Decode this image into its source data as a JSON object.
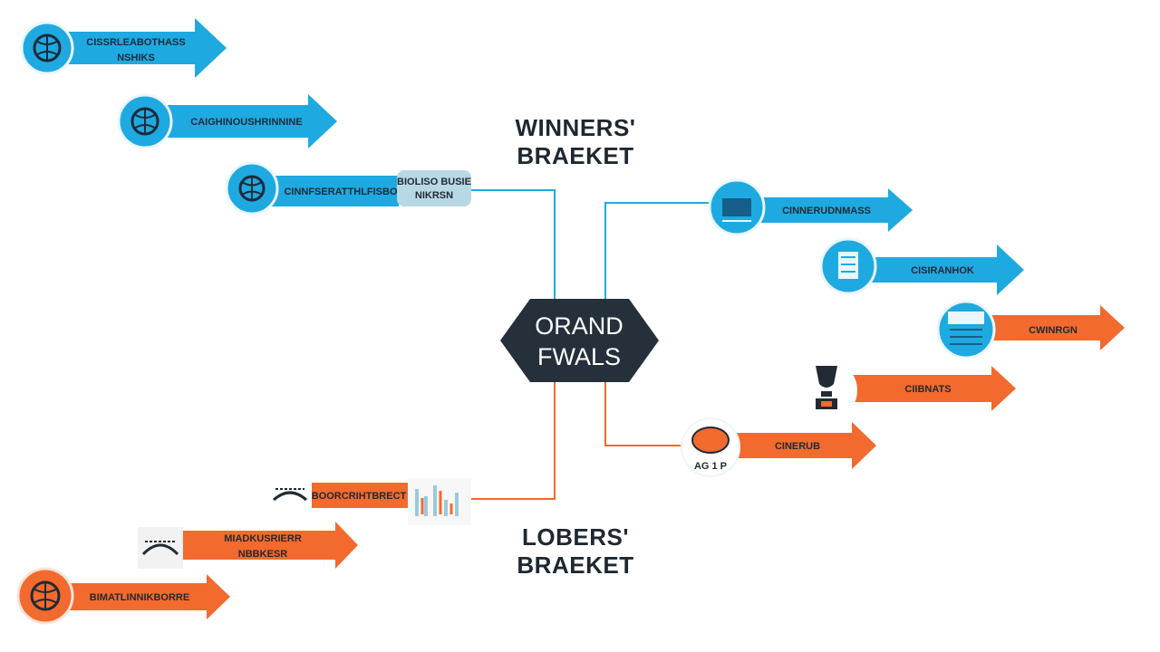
{
  "headings": {
    "winners_line1": "WINNERS'",
    "winners_line2": "BRAEKET",
    "losers_line1": "LOBERS'",
    "losers_line2": "BRAEKET",
    "finals_line1": "ORAND",
    "finals_line2": "FWALS"
  },
  "colors": {
    "winners": "#1fa9e1",
    "losers": "#f26a2e",
    "finals": "#26303a",
    "text": "#1f2730"
  },
  "winners_left": [
    {
      "lines": [
        "CISSRLEABOTHASS",
        "NSHIKS"
      ],
      "icon": "globe-icon"
    },
    {
      "lines": [
        "CAIGHINOUSHRINNINE"
      ],
      "icon": "globe-icon"
    },
    {
      "lines": [
        "CINNFSERATTHLFISBO"
      ],
      "icon": "globe-icon",
      "tag": [
        "BIOLISO BUSIE",
        "NIKRSN"
      ]
    }
  ],
  "winners_right": [
    {
      "lines": [
        "CINNERUDNMASS"
      ],
      "icon": "stadium-icon"
    },
    {
      "lines": [
        "CISIRANHOK"
      ],
      "icon": "building-icon"
    },
    {
      "lines": [
        "CWINRGN"
      ],
      "icon": "arena-icon"
    }
  ],
  "losers_right": [
    {
      "lines": [
        "CIIBNATS"
      ],
      "icon": "trophy-icon"
    },
    {
      "lines": [
        "CINERUB"
      ],
      "icon": "team-icon",
      "badge": "AG 1 P"
    }
  ],
  "losers_left": [
    {
      "lines": [
        "BOORCRIHTBRECT"
      ],
      "icon": "crowd-icon"
    },
    {
      "lines": [
        "MIADKUSRIERR",
        "NBBKESR"
      ],
      "icon": "crowd-icon"
    },
    {
      "lines": [
        "BIMATLINNIKBORRE"
      ],
      "icon": "globe-icon"
    }
  ]
}
